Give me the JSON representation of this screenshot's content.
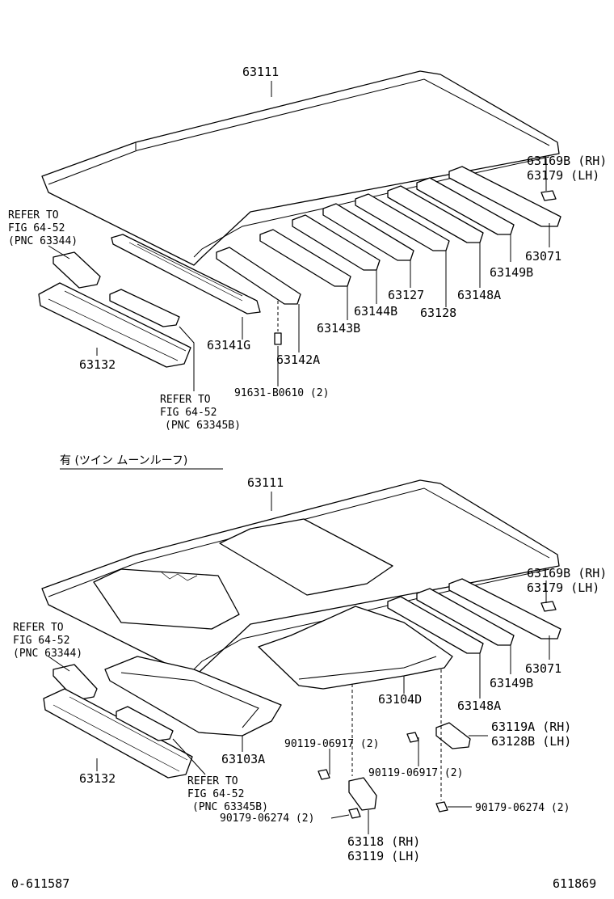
{
  "top_section": {
    "labels": {
      "roof_panel": "63111",
      "rh_lh_top": "63169B (RH)",
      "rh_lh_bottom": "63179  (LH)",
      "p63071": "63071",
      "p63149b": "63149B",
      "p63148a": "63148A",
      "p63128": "63128",
      "p63127": "63127",
      "p63144b": "63144B",
      "p63143b": "63143B",
      "p63142a": "63142A",
      "p63141g": "63141G",
      "p63132": "63132",
      "bolt": "91631-B0610 (2)"
    },
    "refer_left": [
      "REFER TO",
      "FIG 64-52",
      "(PNC 63344)"
    ],
    "refer_bottom": [
      "REFER TO",
      "FIG 64-52",
      "(PNC 63345B)"
    ]
  },
  "bottom_section": {
    "heading": "有 (ツイン ムーンルーフ)",
    "labels": {
      "roof_panel": "63111",
      "rh_lh_top": "63169B (RH)",
      "rh_lh_bottom": "63179  (LH)",
      "p63071": "63071",
      "p63149b": "63149B",
      "p63148a": "63148A",
      "p63104d": "63104D",
      "p63103a": "63103A",
      "p63132": "63132",
      "p63119a_rh": "63119A (RH)",
      "p63128b_lh": "63128B (LH)",
      "bolt_a": "90119-06917 (2)",
      "bolt_b": "90119-06917 (2)",
      "nut_a": "90179-06274 (2)",
      "nut_b": "90179-06274 (2)",
      "p63118_rh": "63118 (RH)",
      "p63119_lh": "63119 (LH)"
    },
    "refer_left": [
      "REFER TO",
      "FIG 64-52",
      "(PNC 63344)"
    ],
    "refer_bottom": [
      "REFER TO",
      "FIG 64-52",
      "(PNC 63345B)"
    ]
  },
  "footer": {
    "left_code": "0-611587",
    "right_code": "611869"
  }
}
